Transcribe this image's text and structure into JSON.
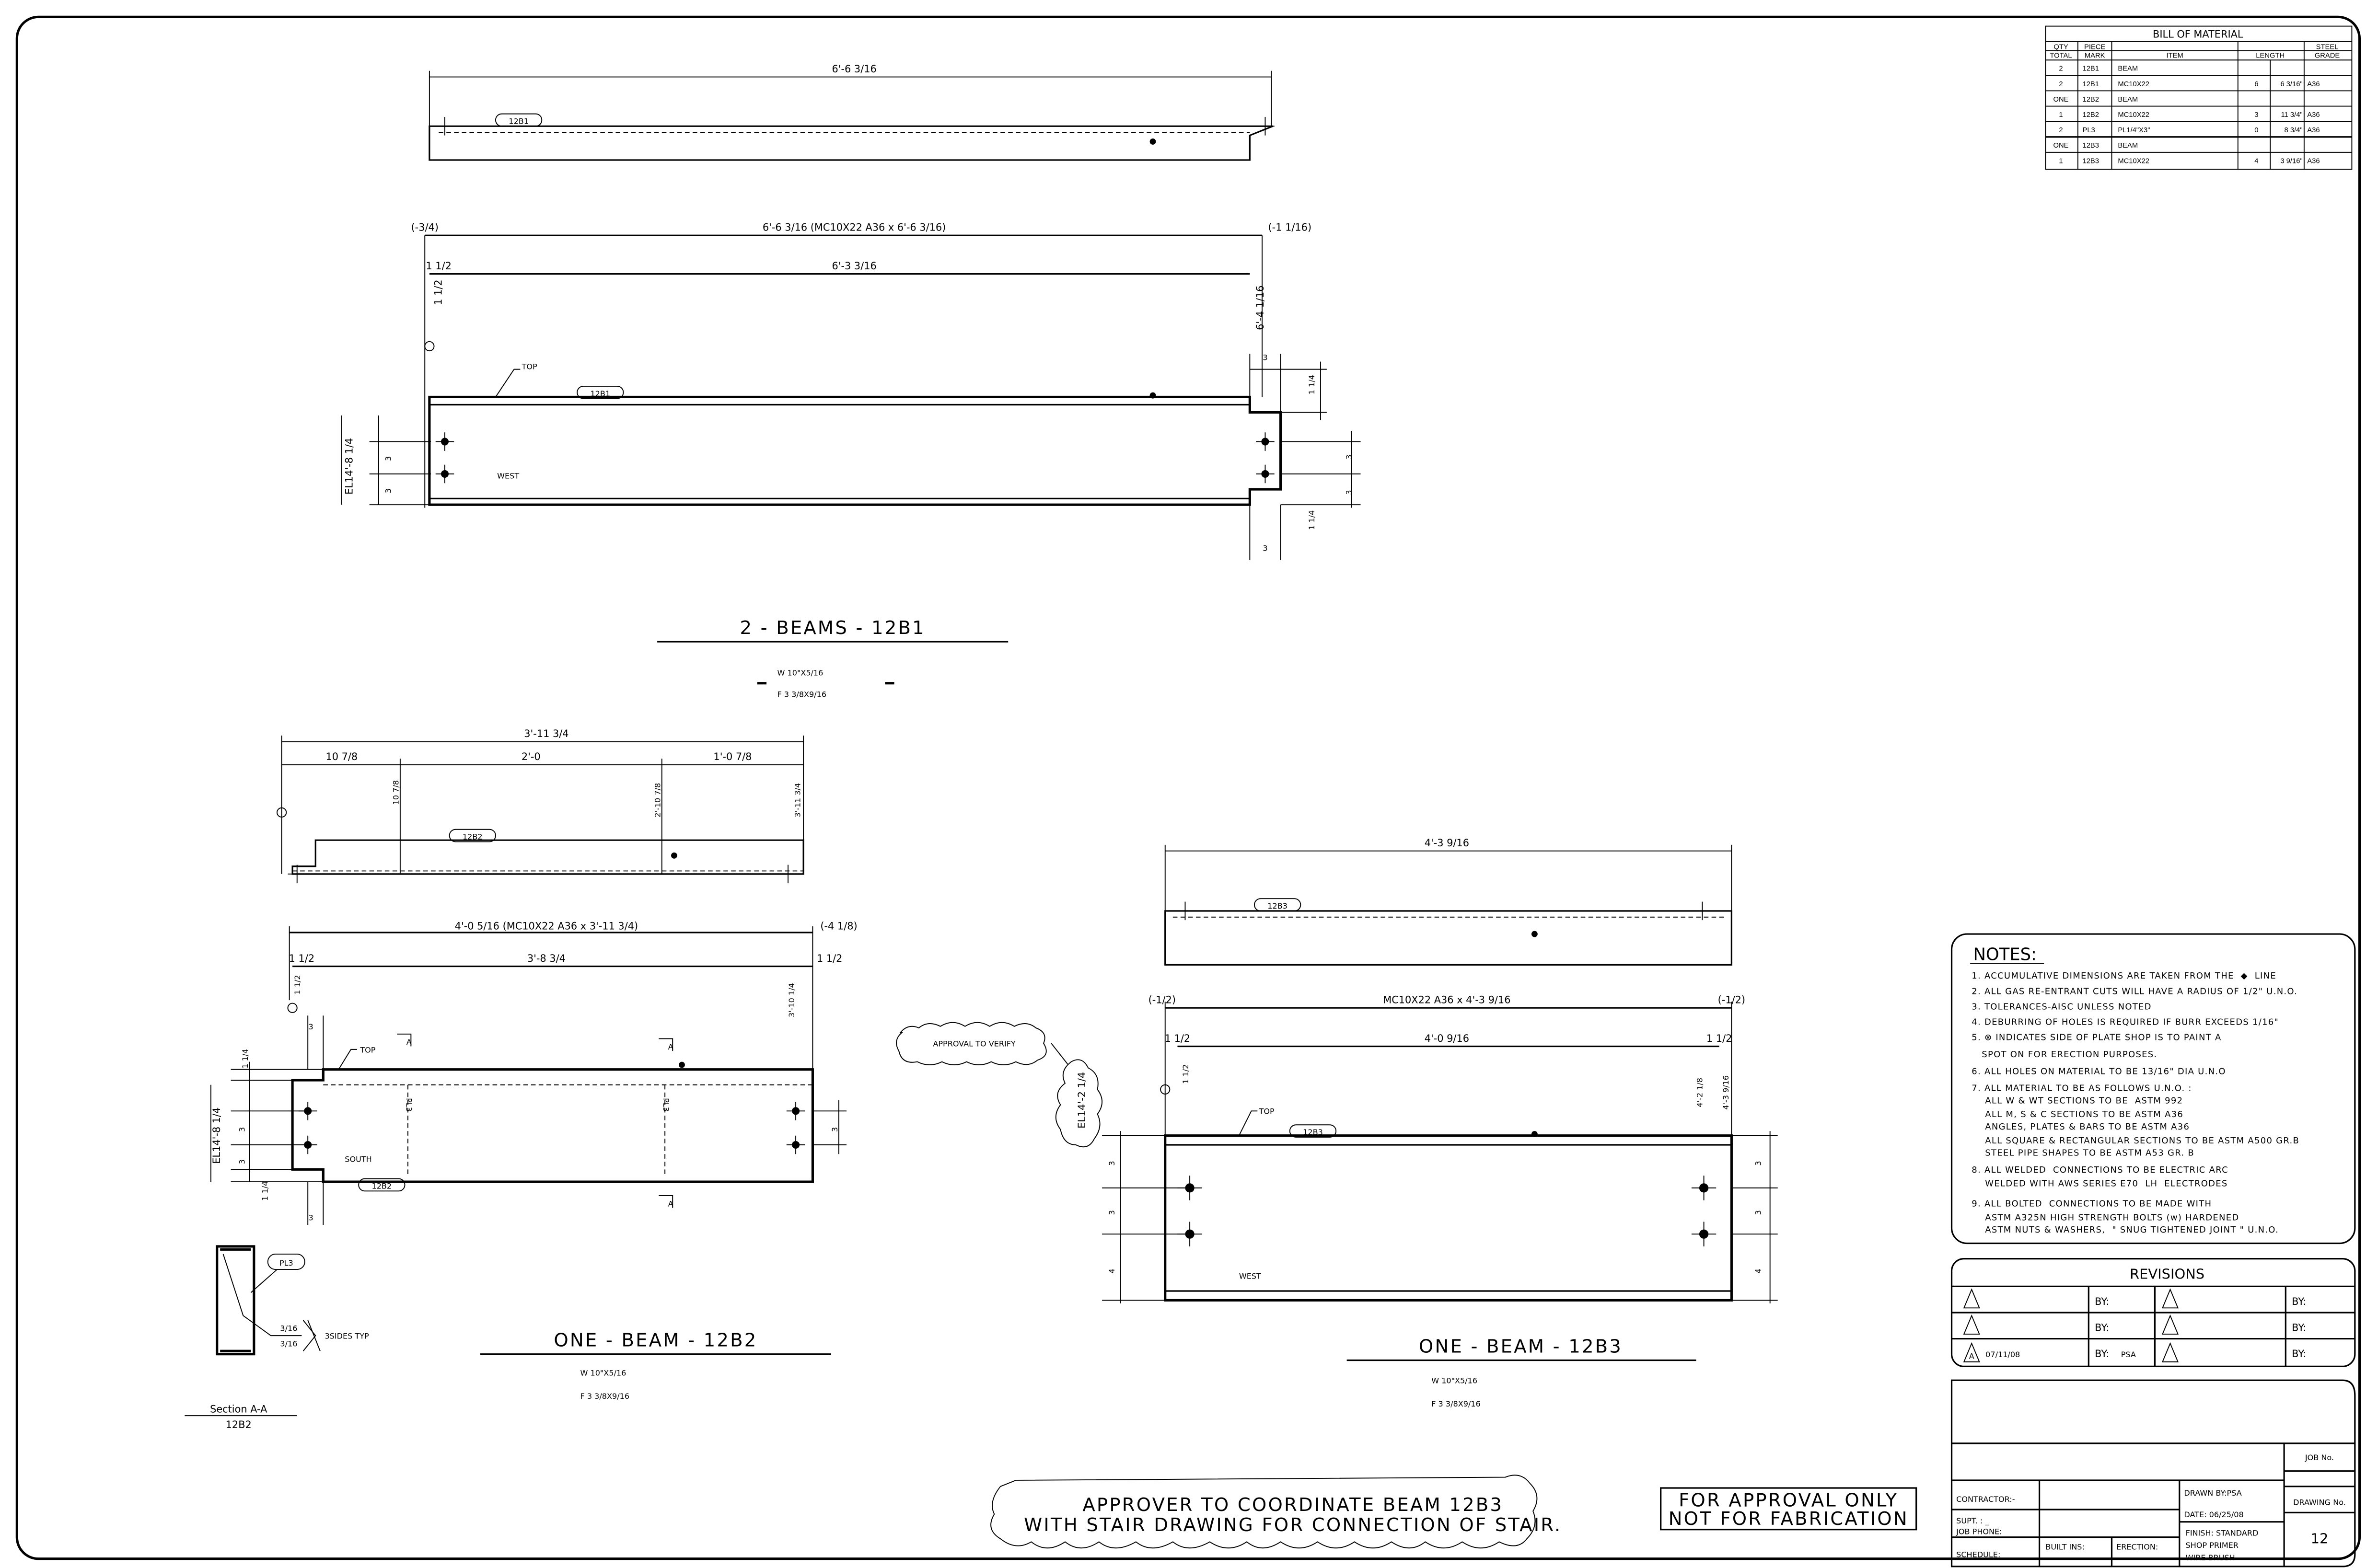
{
  "bom": {
    "title": "BILL OF MATERIAL",
    "headers": {
      "qty_top": "QTY",
      "qty_bottom": "TOTAL",
      "piece_top": "PIECE",
      "piece_bottom": "MARK",
      "item": "ITEM",
      "length": "LENGTH",
      "grade_top": "STEEL",
      "grade_bottom": "GRADE"
    },
    "rows": [
      {
        "qty": "2",
        "mark": "12B1",
        "item": "BEAM",
        "ft": "",
        "in": "",
        "grade": ""
      },
      {
        "qty": "2",
        "mark": "12B1",
        "item": "MC10X22",
        "ft": "6",
        "in": "6 3/16\"",
        "grade": "A36"
      },
      {
        "qty": "ONE",
        "mark": "12B2",
        "item": "BEAM",
        "ft": "",
        "in": "",
        "grade": ""
      },
      {
        "qty": "1",
        "mark": "12B2",
        "item": "MC10X22",
        "ft": "3",
        "in": "11 3/4\"",
        "grade": "A36"
      },
      {
        "qty": "2",
        "mark": "PL3",
        "item": "PL1/4\"X3\"",
        "ft": "0",
        "in": "8 3/4\"",
        "grade": "A36"
      },
      {
        "qty": "ONE",
        "mark": "12B3",
        "item": "BEAM",
        "ft": "",
        "in": "",
        "grade": ""
      },
      {
        "qty": "1",
        "mark": "12B3",
        "item": "MC10X22",
        "ft": "4",
        "in": "3 9/16\"",
        "grade": "A36"
      }
    ]
  },
  "b1": {
    "plan_len": "6'-6 3/16",
    "tag": "12B1",
    "elev_left": "(-3/4)",
    "elev_main": "6'-6 3/16 (MC10X22 A36 x 6'-6 3/16)",
    "elev_right": "(-1 1/16)",
    "d_15": "1 1/2",
    "d_inner": "6'-3 3/16",
    "d_vert": "6'-4 1/16",
    "d_114": "1 1/4",
    "d_3": "3",
    "top": "TOP",
    "side": "WEST",
    "el": "EL14'-8 1/4",
    "title": "2 - BEAMS - 12B1",
    "weld_w": "W  10\"X5/16",
    "weld_f": "F   3 3/8X9/16"
  },
  "b2": {
    "plan_len": "3'-11 3/4",
    "seg1": "10 7/8",
    "seg2": "2'-0",
    "seg3": "1'-0 7/8",
    "v1": "10 7/8",
    "v2": "2'-10 7/8",
    "v3": "3'-11 3/4",
    "tag": "12B2",
    "elev_main": "4'-0 5/16 (MC10X22 A36 x 3'-11 3/4)",
    "elev_right": "(-4 1/8)",
    "d_15": "1 1/2",
    "d_inner": "3'-8 3/4",
    "d_vert": "3'-10 1/4",
    "d_114": "1 1/4",
    "d_3": "3",
    "top": "TOP",
    "side": "SOUTH",
    "el": "EL14'-8 1/4",
    "pl": "PL3",
    "sec": "A",
    "title": "ONE - BEAM - 12B2",
    "weld_w": "W  10\"X5/16",
    "weld_f": "F   3 3/8X9/16",
    "section_title": "Section  A-A",
    "section_sub": "12B2",
    "weld_size": "3/16",
    "weld_note": "3SIDES TYP"
  },
  "b3": {
    "plan_len": "4'-3 9/16",
    "tag": "12B3",
    "elev_left": "(-1/2)",
    "elev_main": "MC10X22 A36 x 4'-3 9/16",
    "elev_right": "(-1/2)",
    "d_15": "1 1/2",
    "d_inner": "4'-0 9/16",
    "v1": "4'-2 1/8",
    "v2": "4'-3 9/16",
    "d_3": "3",
    "d_4": "4",
    "top": "TOP",
    "side": "WEST",
    "el": "EL14'-2 1/4",
    "approval": "APPROVAL TO VERIFY",
    "title": "ONE - BEAM - 12B3",
    "weld_w": "W  10\"X5/16",
    "weld_f": "F   3 3/8X9/16"
  },
  "cloud_note": {
    "line1": "APPROVER TO COORDINATE BEAM 12B3",
    "line2": "WITH STAIR DRAWING FOR CONNECTION OF STAIR."
  },
  "stamp": {
    "line1": "FOR APPROVAL ONLY",
    "line2": "NOT FOR FABRICATION"
  },
  "notes": {
    "title": "NOTES:",
    "lines": [
      "1. ACCUMULATIVE DIMENSIONS ARE TAKEN FROM THE  ◆  LINE",
      "2. ALL GAS RE-ENTRANT CUTS WILL HAVE A RADIUS OF 1/2\" U.N.O.",
      "3. TOLERANCES-AISC UNLESS NOTED",
      "4. DEBURRING OF HOLES IS REQUIRED IF BURR EXCEEDS 1/16\"",
      "5. ⊗ INDICATES SIDE OF PLATE SHOP IS TO PAINT A",
      "   SPOT ON FOR ERECTION PURPOSES.",
      "6. ALL HOLES ON MATERIAL TO BE 13/16\" DIA U.N.O",
      "7. ALL MATERIAL TO BE AS FOLLOWS U.N.O. :",
      "    ALL W & WT SECTIONS TO BE  ASTM 992",
      "    ALL M, S & C SECTIONS TO BE ASTM A36",
      "    ANGLES, PLATES & BARS TO BE ASTM A36",
      "    ALL SQUARE & RECTANGULAR SECTIONS TO BE ASTM A500 GR.B",
      "    STEEL PIPE SHAPES TO BE ASTM A53 GR. B",
      "8. ALL WELDED  CONNECTIONS TO BE ELECTRIC ARC",
      "    WELDED WITH AWS SERIES E70  LH  ELECTRODES",
      "9. ALL BOLTED  CONNECTIONS TO BE MADE WITH",
      "    ASTM A325N HIGH STRENGTH BOLTS (w) HARDENED",
      "    ASTM NUTS & WASHERS,  \" SNUG TIGHTENED JOINT \" U.N.O."
    ]
  },
  "revisions": {
    "title": "REVISIONS",
    "by": "BY:",
    "rev_letter": "A",
    "rev_date": "07/11/08",
    "rev_by": "PSA"
  },
  "title_block": {
    "job_no": "JOB No.",
    "contractor": "CONTRACTOR:-",
    "supt": "SUPT. :     _",
    "job_phone": "JOB PHONE:",
    "schedule": "SCHEDULE:",
    "built_ins": "BUILT INS:",
    "erection": "ERECTION:",
    "drawn_by": "DRAWN BY:PSA",
    "date": "DATE:  06/25/08",
    "finish1": "FINISH: STANDARD",
    "finish2": "SHOP PRIMER",
    "finish3": "WIRE BRUSH",
    "drawing_no_label": "DRAWING No.",
    "drawing_no": "12"
  }
}
